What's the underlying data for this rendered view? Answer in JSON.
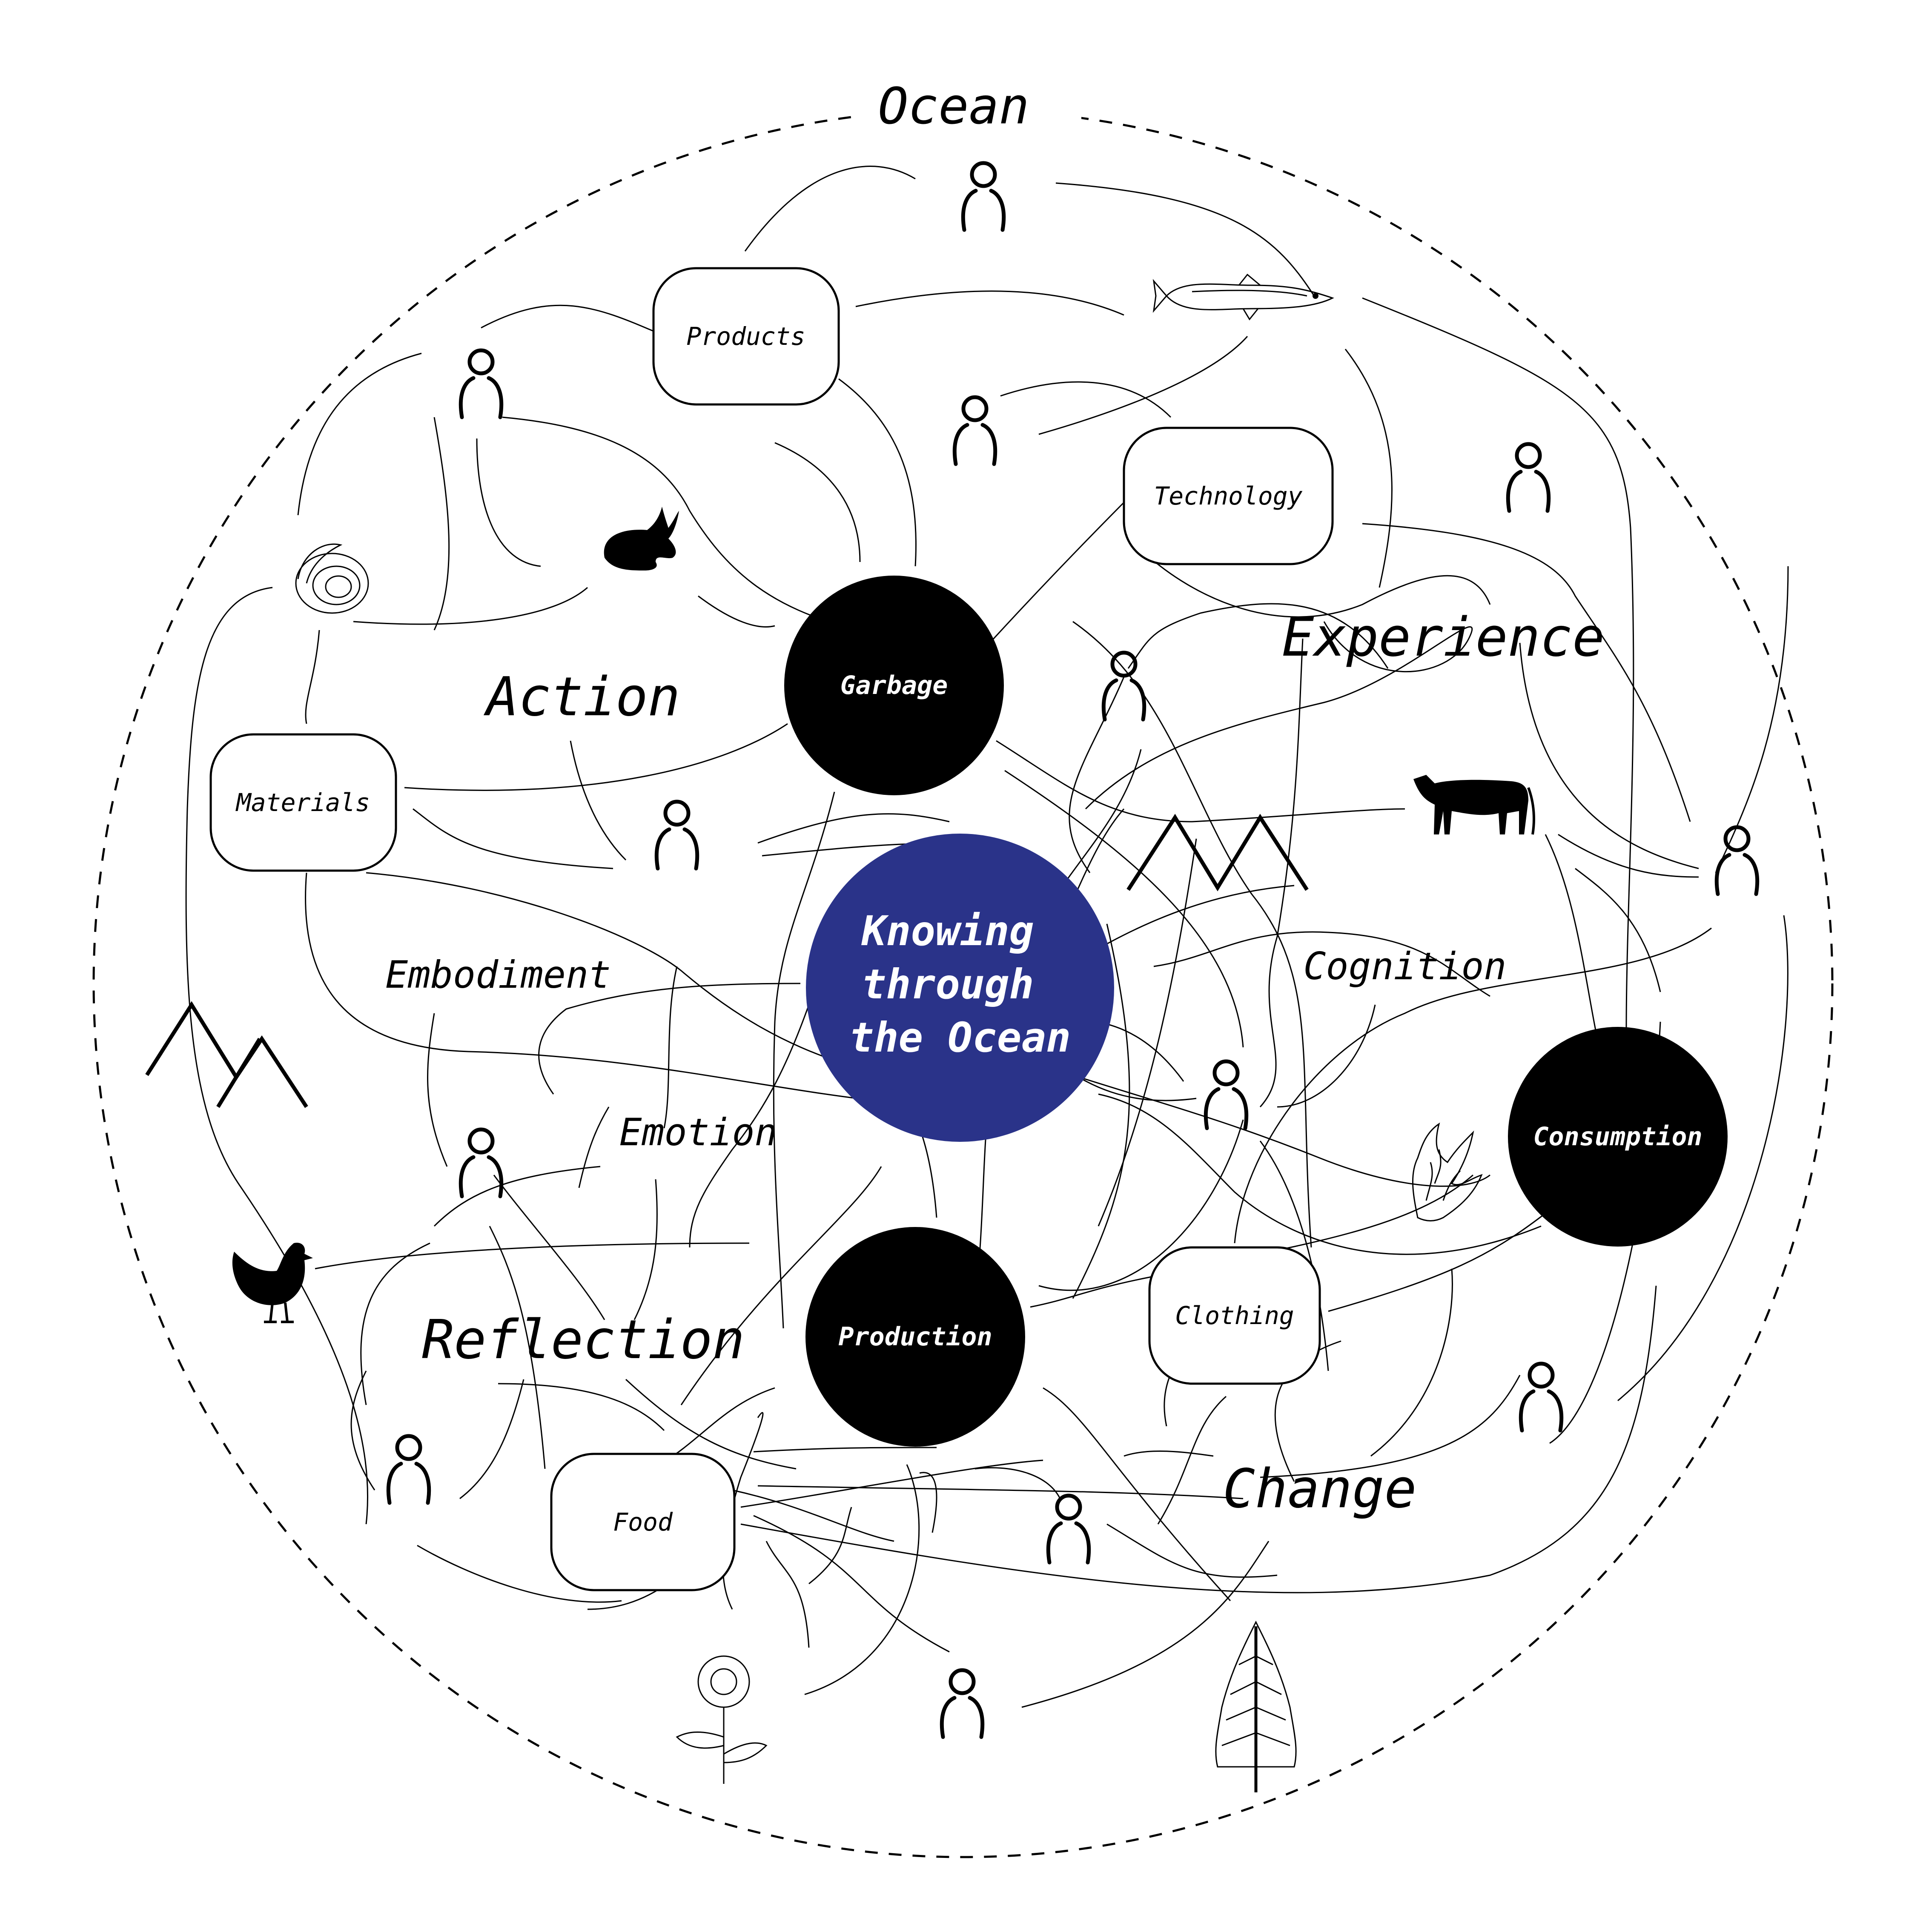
{
  "diagram": {
    "boundary_title": "Ocean",
    "center": {
      "lines": [
        "Knowing",
        "through",
        "the Ocean"
      ],
      "color": "#2a3389"
    },
    "hubs": {
      "garbage": "Garbage",
      "production": "Production",
      "consumption": "Consumption"
    },
    "boxes": {
      "products": "Products",
      "technology": "Technology",
      "materials": "Materials",
      "clothing": "Clothing",
      "food": "Food"
    },
    "concepts": {
      "action": {
        "label": "Action",
        "color": "#1aa463"
      },
      "experience": {
        "label": "Experience",
        "color": "#f0793a"
      },
      "reflection": {
        "label": "Reflection",
        "color": "#1b73b8"
      },
      "change": {
        "label": "Change",
        "color": "#e84f9c"
      },
      "embodiment": {
        "label": "Embodiment",
        "color": "#000000"
      },
      "cognition": {
        "label": "Cognition",
        "color": "#000000"
      },
      "emotion": {
        "label": "Emotion",
        "color": "#000000"
      }
    },
    "icons": [
      "person-icon",
      "fish-icon",
      "rabbit-icon",
      "shell-icon",
      "cow-icon",
      "chicken-icon",
      "coral-icon",
      "sunflower-icon",
      "tree-icon",
      "mountain-icon"
    ]
  }
}
